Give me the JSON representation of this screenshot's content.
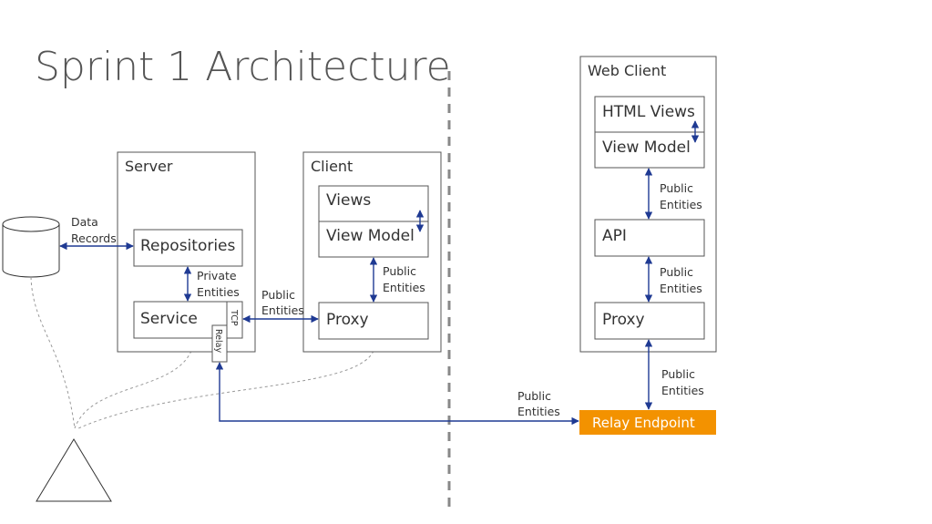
{
  "title": "Sprint 1 Architecture",
  "server": {
    "label": "Server",
    "repositories": "Repositories",
    "service": "Service",
    "tcp": "TCP",
    "relay": "Relay",
    "data_records_1": "Data",
    "data_records_2": "Records",
    "private_1": "Private",
    "private_2": "Entities"
  },
  "client": {
    "label": "Client",
    "views": "Views",
    "view_model": "View Model",
    "proxy": "Proxy",
    "public_1": "Public",
    "public_2": "Entities"
  },
  "web_client": {
    "label": "Web Client",
    "html_views": "HTML Views",
    "view_model": "View Model",
    "api": "API",
    "proxy": "Proxy"
  },
  "edges": {
    "public": "Public",
    "entities": "Entities"
  },
  "relay_endpoint": "Relay Endpoint",
  "colors": {
    "arrow": "#1f3a93",
    "relay_endpoint": "#f39200"
  }
}
